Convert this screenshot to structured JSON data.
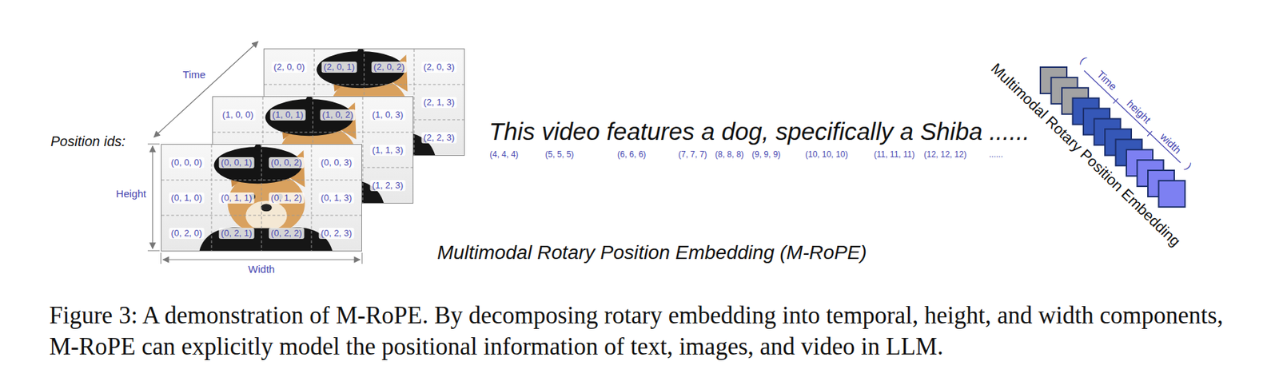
{
  "diagram": {
    "caption": "Figure 3: A demonstration of M-RoPE. By decomposing rotary embedding into temporal, height, and width components, M-RoPE can explicitly model the positional information of text, images, and video in LLM.",
    "nodes": [
      {
        "text": [
          "(0, 0, 0)",
          "(0, 0, 1)",
          "(0, 0, 2)",
          "(0, 0, 3)",
          "(0, 1, 0)",
          "(0, 1, 1)",
          "(0, 1, 2)",
          "(0, 1, 3)",
          "(0, 2, 0)",
          "(0, 2, 1)",
          "(0, 2, 2)",
          "(0, 2, 3)"
        ]
      },
      {
        "text": [
          "(1, 0, 0)",
          "(1, 0, 1)",
          "(1, 0, 2)",
          "(1, 0, 3)",
          "(1, 1, 3)",
          "(1, 2, 3)"
        ]
      },
      {
        "text": [
          "(2, 0, 0)",
          "(2, 0, 1)",
          "(2, 0, 2)",
          "(2, 0, 3)",
          "(2, 1, 3)",
          "(2, 2, 3)"
        ]
      }
    ],
    "labels": [
      "Position ids:",
      "Time",
      "Height",
      "Width",
      "This video features a dog, specifically a Shiba ......",
      "(4, 4, 4)",
      "(5, 5, 5)",
      "(6, 6, 6)",
      "(7, 7, 7)",
      "(8, 8, 8)",
      "(9, 9, 9)",
      "(10, 10, 10)",
      "(11, 11, 11)",
      "(12, 12, 12)",
      "......",
      "Multimodal Rotary Position Embedding (M-RoPE)",
      "(",
      "Time",
      "height",
      "width",
      ")",
      "Multimodal Rotary Position Embedding"
    ]
  }
}
